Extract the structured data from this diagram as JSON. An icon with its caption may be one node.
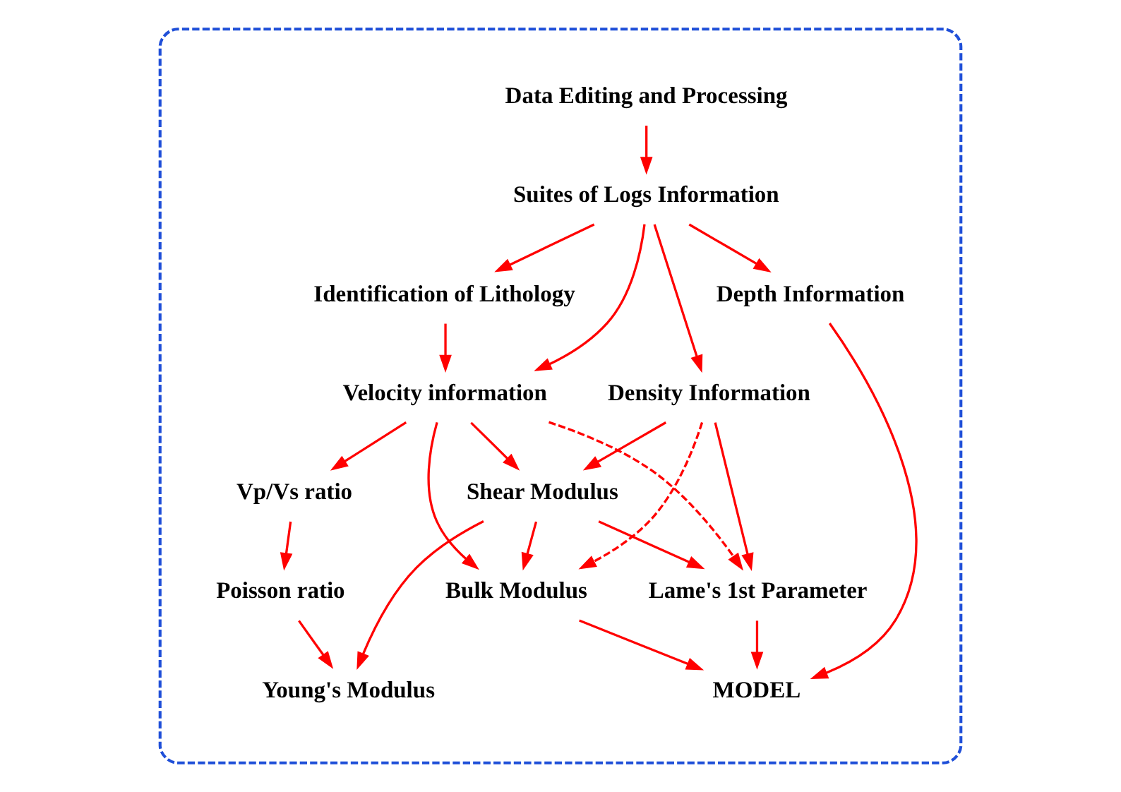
{
  "diagram": {
    "nodes": [
      {
        "text": [],
        "shape": "hexagon"
      },
      {
        "text": [
          "Data Editing and Processing"
        ],
        "in": 0
      },
      {
        "text": [
          "Suites of Logs Information"
        ],
        "in": 0
      },
      {
        "text": [
          "Identification of Lithology"
        ],
        "in": 0
      },
      {
        "text": [
          "Velocity information"
        ],
        "in": 0
      },
      {
        "text": [
          "Vp/Vs ratio"
        ],
        "in": 0
      },
      {
        "text": [
          "Poisson ratio"
        ],
        "in": 0
      },
      {
        "text": [
          "Density Information"
        ],
        "in": 0
      },
      {
        "text": [
          "Shear Modulus"
        ],
        "in": 0
      },
      {
        "text": [
          "Young's Modulus"
        ],
        "in": 0
      },
      {
        "text": [
          "Depth Information"
        ],
        "in": 0
      },
      {
        "text": [
          "Lame's 1st Parameter"
        ],
        "in": 0
      },
      {
        "text": [
          "Bulk Modulus"
        ],
        "in": 0
      },
      {
        "text": [
          "MODEL"
        ],
        "in": 0
      }
    ],
    "edges": [
      {
        "from": 1,
        "to": 2,
        "arrow": "to"
      },
      {
        "from": 2,
        "to": 3,
        "arrow": "to"
      },
      {
        "from": 2,
        "to": 4,
        "arrow": "to"
      },
      {
        "from": 3,
        "to": 4,
        "arrow": "to"
      },
      {
        "from": 2,
        "to": 7,
        "arrow": "to"
      },
      {
        "from": 2,
        "to": 10,
        "arrow": "to"
      },
      {
        "from": 4,
        "to": 5,
        "arrow": "to"
      },
      {
        "from": 5,
        "to": 6,
        "arrow": "to"
      },
      {
        "from": 6,
        "to": 9,
        "arrow": "to"
      },
      {
        "from": 4,
        "to": 8,
        "arrow": "to"
      },
      {
        "from": 4,
        "to": 12,
        "arrow": "to"
      },
      {
        "from": 4,
        "to": 11,
        "arrow": "to",
        "style": "dashed"
      },
      {
        "from": 7,
        "to": 8,
        "arrow": "to"
      },
      {
        "from": 7,
        "to": 11,
        "arrow": "to"
      },
      {
        "from": 7,
        "to": 12,
        "arrow": "to",
        "style": "dashed"
      },
      {
        "from": 8,
        "to": 9,
        "arrow": "to"
      },
      {
        "from": 8,
        "to": 11,
        "arrow": "to"
      },
      {
        "from": 8,
        "to": 12,
        "arrow": "to"
      },
      {
        "from": 10,
        "to": 13,
        "arrow": "to"
      },
      {
        "from": 11,
        "to": 13,
        "arrow": "to"
      },
      {
        "from": 12,
        "to": 13,
        "arrow": "to"
      }
    ]
  }
}
